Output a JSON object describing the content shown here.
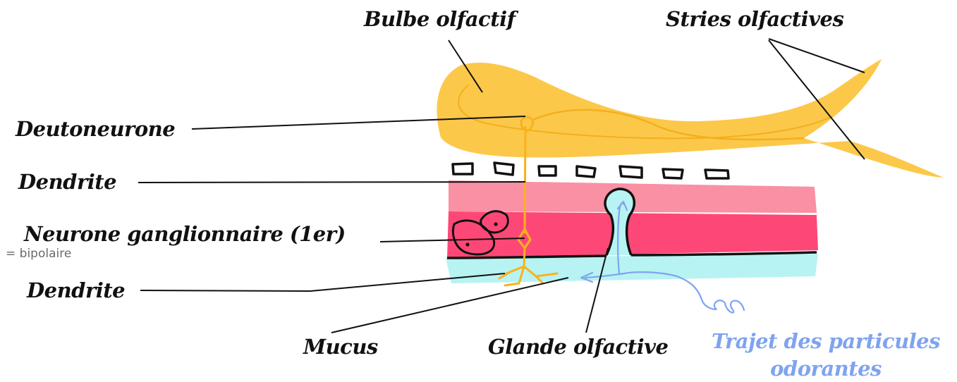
{
  "labels": {
    "bulbe": "Bulbe olfactif",
    "stries": "Stries olfactives",
    "deutoneurone": "Deutoneurone",
    "dendrite_top": "Dendrite",
    "neurone": "Neurone ganglionnaire (1er)",
    "bipolaire": "= bipolaire",
    "dendrite_bottom": "Dendrite",
    "mucus": "Mucus",
    "glande": "Glande olfactive",
    "trajet_line1": "Trajet des particules",
    "trajet_line2": "odorantes"
  },
  "colors": {
    "bulbe": "#fcc84a",
    "pink_light": "#f990a4",
    "pink_dark": "#fd4877",
    "mucus": "#b7f3f2",
    "neuron": "#f9b21c",
    "particle_path": "#7fa3f0",
    "ink": "#111111"
  }
}
